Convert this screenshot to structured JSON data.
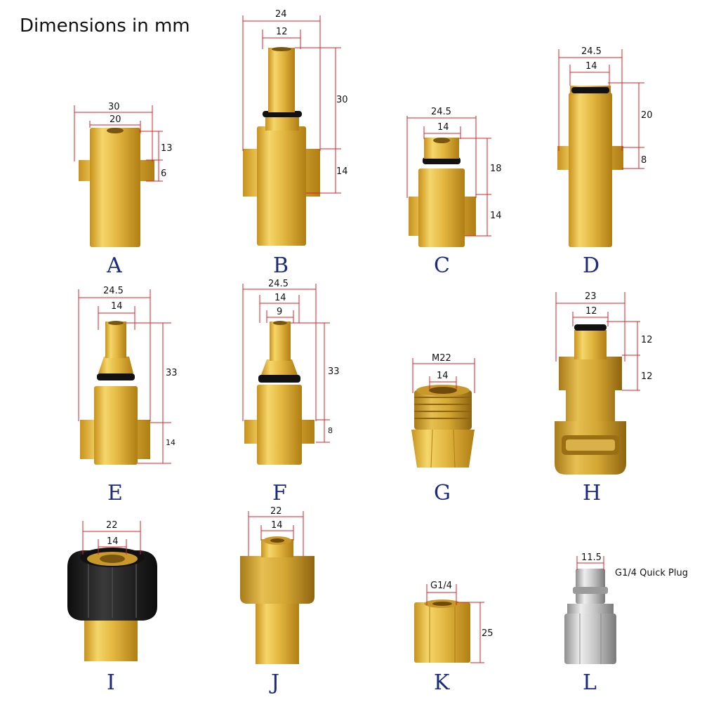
{
  "title": "Dimensions in mm",
  "colors": {
    "dimension_line": "#d8202a",
    "brass": "#e2b640",
    "letter": "#1b2a7a",
    "black_cap": "#1a1a1a",
    "steel": "#c9c9c9"
  },
  "items": {
    "A": {
      "letter": "A",
      "dims": [
        "30",
        "20",
        "13",
        "6"
      ]
    },
    "B": {
      "letter": "B",
      "dims": [
        "24",
        "12",
        "30",
        "14"
      ]
    },
    "C": {
      "letter": "C",
      "dims": [
        "24.5",
        "14",
        "18",
        "14"
      ]
    },
    "D": {
      "letter": "D",
      "dims": [
        "24.5",
        "14",
        "20",
        "8"
      ]
    },
    "E": {
      "letter": "E",
      "dims": [
        "24.5",
        "14",
        "33",
        "14"
      ]
    },
    "F": {
      "letter": "F",
      "dims": [
        "24.5",
        "14",
        "9",
        "33",
        "8"
      ]
    },
    "G": {
      "letter": "G",
      "dims": [
        "M22",
        "14"
      ]
    },
    "H": {
      "letter": "H",
      "dims": [
        "23",
        "12",
        "12",
        "12"
      ]
    },
    "I": {
      "letter": "I",
      "dims": [
        "22",
        "14"
      ]
    },
    "J": {
      "letter": "J",
      "dims": [
        "22",
        "14"
      ]
    },
    "K": {
      "letter": "K",
      "dims": [
        "G1/4",
        "25"
      ]
    },
    "L": {
      "letter": "L",
      "dims": [
        "11.5"
      ],
      "note": "G1/4 Quick Plug"
    }
  }
}
